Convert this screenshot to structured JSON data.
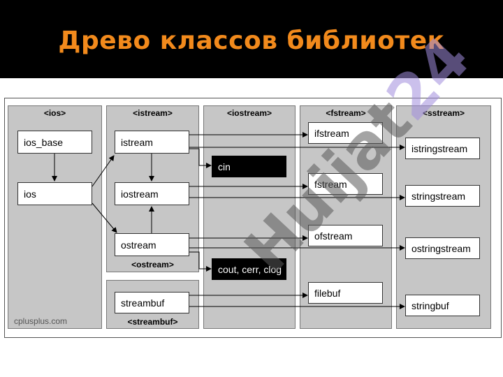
{
  "slide": {
    "title": "Древо классов библиотек"
  },
  "columns": [
    {
      "label": "<ios>"
    },
    {
      "label": "<istream>"
    },
    {
      "label": "<iostream>"
    },
    {
      "label": "<fstream>"
    },
    {
      "label": "<sstream>"
    },
    {
      "label": "<ostream>"
    },
    {
      "label": "<streambuf>"
    }
  ],
  "classes": {
    "ios_base": "ios_base",
    "ios": "ios",
    "istream": "istream",
    "iostream": "iostream",
    "ostream": "ostream",
    "streambuf": "streambuf",
    "cin": "cin",
    "cout": "cout, cerr, clog",
    "ifstream": "ifstream",
    "fstream": "fstream",
    "ofstream": "ofstream",
    "filebuf": "filebuf",
    "istringstream": "istringstream",
    "stringstream": "stringstream",
    "ostringstream": "ostringstream",
    "stringbuf": "stringbuf"
  },
  "credit": "cplusplus.com",
  "watermark": {
    "part1": "Huijat",
    "part2": "24"
  },
  "colors": {
    "title": "#f28a1c",
    "header_bg": "#000000",
    "panel": "#c6c6c6"
  }
}
